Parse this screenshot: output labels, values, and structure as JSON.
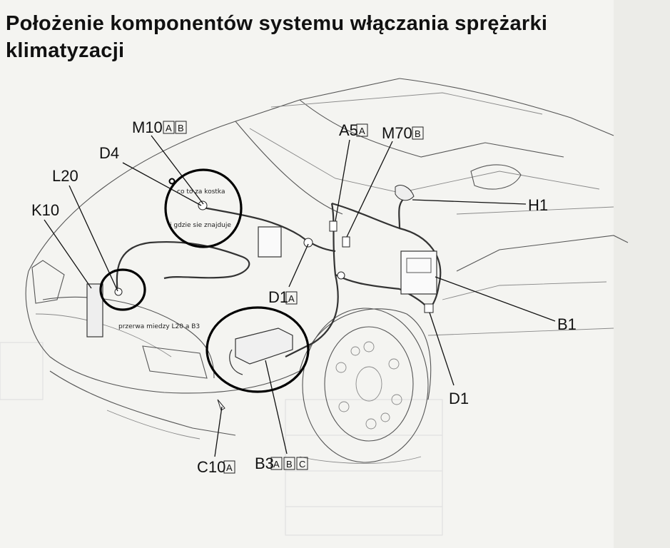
{
  "title": "Położenie komponentów systemu włączania sprężarki klimatyzacji",
  "labels": {
    "m10": "M10",
    "m10_a": "A",
    "m10_b": "B",
    "d4": "D4",
    "a5": "A5",
    "a5_a": "A",
    "m70": "M70",
    "m70_b": "B",
    "l20": "L20",
    "k10": "K10",
    "h1": "H1",
    "d1a": "D1",
    "d1a_a": "A",
    "b1": "B1",
    "d1": "D1",
    "c10": "C10",
    "c10_a": "A",
    "b3": "B3",
    "b3_a": "A",
    "b3_b": "B",
    "b3_c": "C"
  },
  "annotations": {
    "q1": "co to za kostka",
    "q2": "i gdzie sie znajduje",
    "gap": "przerwa miedzy L20 a B3"
  },
  "colors": {
    "ink": "#111111",
    "annotation_circle": "#000000",
    "background": "#f4f4f1"
  }
}
